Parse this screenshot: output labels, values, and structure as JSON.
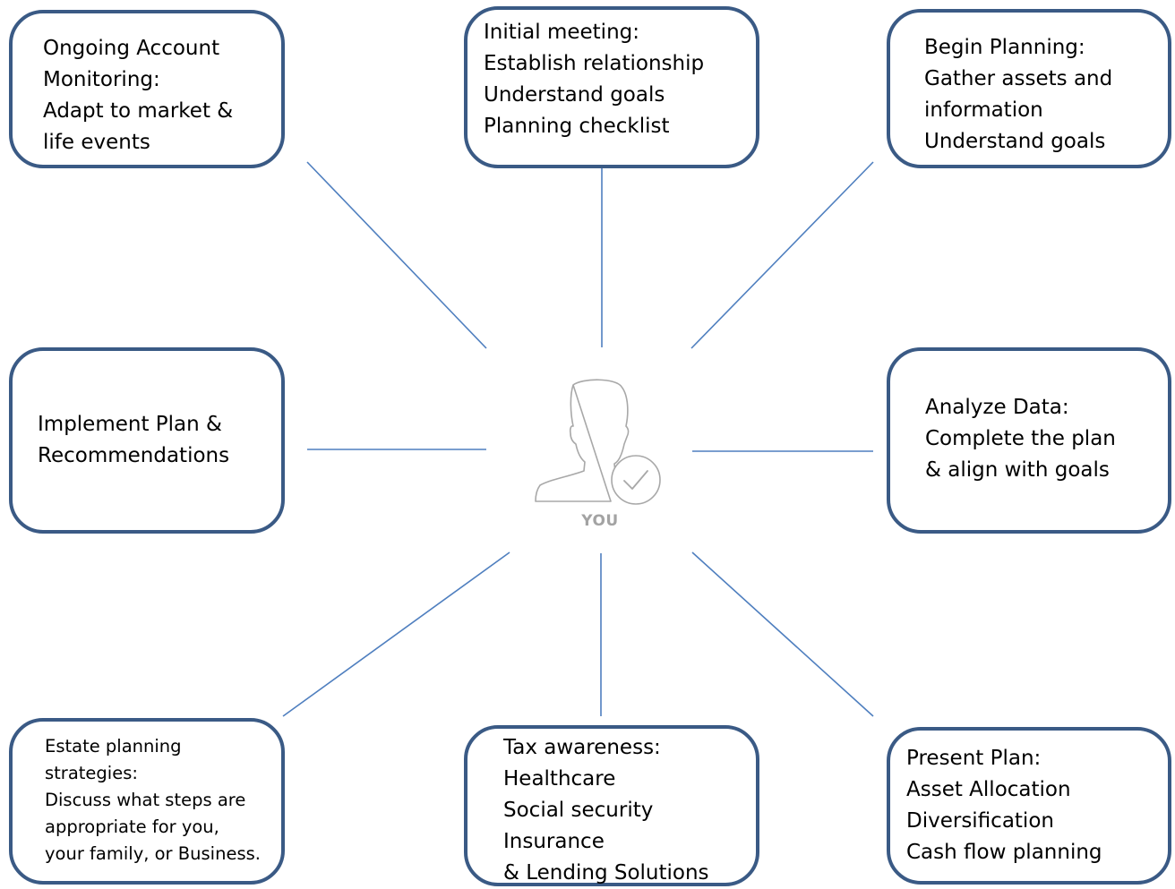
{
  "diagram": {
    "center_label": "YOU",
    "colors": {
      "box_border": "#3a5a85",
      "connector": "#4f7fbf",
      "avatar": "#a8a8a8"
    },
    "icons": [
      "person-icon",
      "checkmark-icon"
    ],
    "steps": [
      {
        "id": "ongoing",
        "lines": [
          "Ongoing Account",
          "Monitoring:",
          "Adapt to market &",
          "life events"
        ]
      },
      {
        "id": "initial",
        "lines": [
          "Initial meeting:",
          "Establish relationship",
          "Understand goals",
          "Planning checklist"
        ]
      },
      {
        "id": "begin",
        "lines": [
          "Begin Planning:",
          "Gather assets and",
          "information",
          "Understand goals"
        ]
      },
      {
        "id": "implement",
        "lines": [
          "Implement Plan &",
          "Recommendations"
        ]
      },
      {
        "id": "analyze",
        "lines": [
          "Analyze Data:",
          "Complete the plan",
          "& align with goals"
        ]
      },
      {
        "id": "estate",
        "lines": [
          "Estate planning",
          "strategies:",
          "Discuss what steps are",
          "appropriate for you,",
          "your family, or Business."
        ]
      },
      {
        "id": "tax",
        "lines": [
          "Tax awareness:",
          "Healthcare",
          "Social security",
          "Insurance",
          "& Lending Solutions"
        ]
      },
      {
        "id": "present",
        "lines": [
          "Present Plan:",
          "Asset Allocation",
          "Diversification",
          "Cash flow planning"
        ]
      }
    ]
  }
}
